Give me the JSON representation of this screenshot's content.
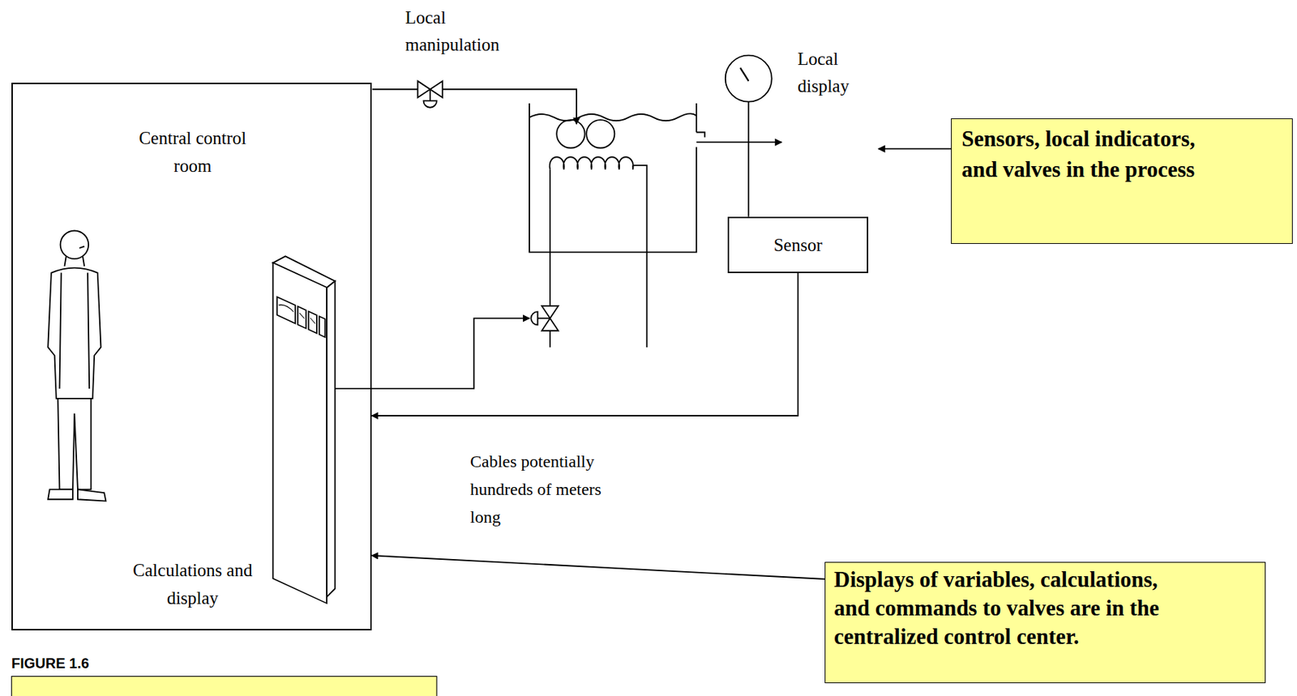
{
  "diagram": {
    "nodes": [
      {
        "text": [
          "Central control room",
          "Calculations and display"
        ]
      },
      {
        "text": [
          "Sensor"
        ]
      },
      {
        "text": [
          "Sensors, local indicators, and valves in the process"
        ]
      },
      {
        "text": [
          "Displays of variables, calculations, and commands to valves are in the centralized control center."
        ]
      }
    ],
    "edges": [
      {
        "from": 1,
        "to": 0,
        "arrow": "to"
      },
      {
        "from": 3,
        "to": 0,
        "arrow": "to"
      }
    ],
    "labels": [
      "Local manipulation",
      "Local display",
      "Cables potentially hundreds of meters long",
      "FIGURE 1.6"
    ]
  }
}
